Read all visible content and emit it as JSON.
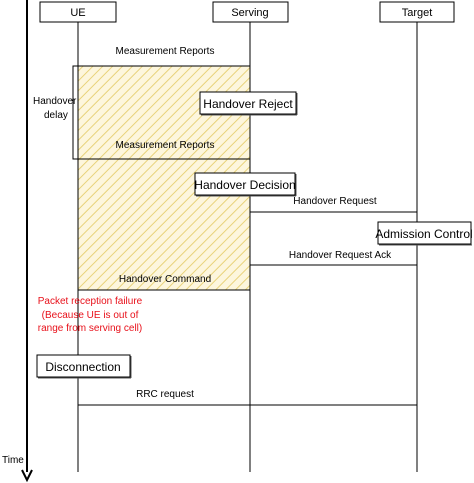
{
  "entities": {
    "ue": "UE",
    "serving": "Serving",
    "target": "Target"
  },
  "time_label": "Time",
  "handover_delay": [
    "Handover",
    "delay"
  ],
  "messages": {
    "measurement_reports_1": "Measurement Reports",
    "measurement_reports_2": "Measurement Reports",
    "handover_request": "Handover Request",
    "handover_request_ack": "Handover Request Ack",
    "handover_command": "Handover Command",
    "rrc_request": "RRC request"
  },
  "boxes": {
    "handover_reject": "Handover Reject",
    "handover_decision": "Handover Decision",
    "admission_control": "Admission Control",
    "disconnection": "Disconnection"
  },
  "failure_note": [
    "Packet reception failure",
    "(Because UE is out of",
    "range from serving cell)"
  ],
  "colors": {
    "hatch_fill": "#fdf6dd",
    "hatch_line": "#e8d27a",
    "failure_text": "#e8101a"
  }
}
